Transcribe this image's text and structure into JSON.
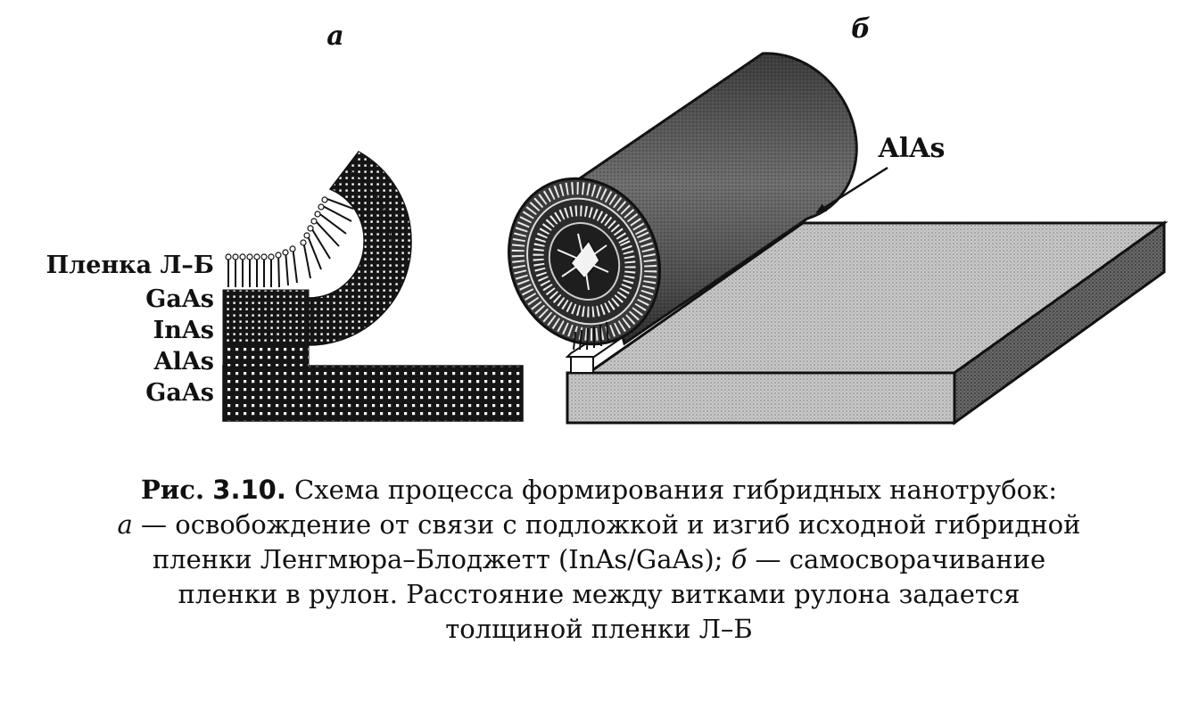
{
  "panel_a": {
    "letter": "а",
    "layers": [
      "Пленка Л–Б",
      "GaAs",
      "InAs",
      "AlAs",
      "GaAs"
    ]
  },
  "panel_b": {
    "letter": "б",
    "callout": "AlAs"
  },
  "caption": {
    "fig_ref_word": "Рис.",
    "fig_ref_num": "3.10.",
    "line1_rest": " Схема процесса формирования гибридных нанотрубок:",
    "line2_letter": "а",
    "line2_rest": " — освобождение от связи с подложкой и изгиб исходной гибридной",
    "line3_start": "пленки Ленгмюра–Блоджетт (InAs/GaAs); ",
    "line3_letter": "б",
    "line3_rest": " — самосворачивание",
    "line4": "пленки в рулон. Расстояние между витками рулона задается",
    "line5": "толщиной пленки Л–Б"
  }
}
